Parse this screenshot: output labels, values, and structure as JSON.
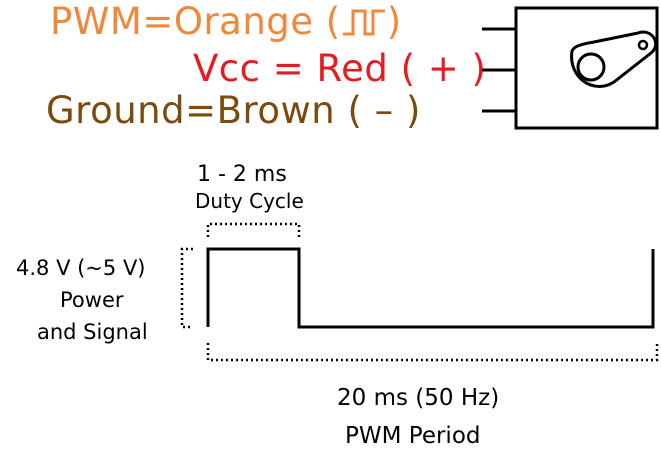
{
  "pins": [
    {
      "text": "PWM=Orange (",
      "symbol_icon": "pwm-pulse-icon",
      "close": ")",
      "color": "#f0883a"
    },
    {
      "text": "Vcc = Red ( + )",
      "color": "#e8191f"
    },
    {
      "text": "Ground=Brown ( – )",
      "color": "#7d4a0e"
    }
  ],
  "duty": {
    "value": "1 - 2 ms",
    "label": "Duty Cycle"
  },
  "signal": {
    "voltage": "4.8 V (~5 V)",
    "line1": "Power",
    "line2": "and Signal"
  },
  "period": {
    "value": "20 ms (50 Hz)",
    "label": "PWM Period"
  },
  "icons": {
    "servo": "servo-motor-icon"
  }
}
